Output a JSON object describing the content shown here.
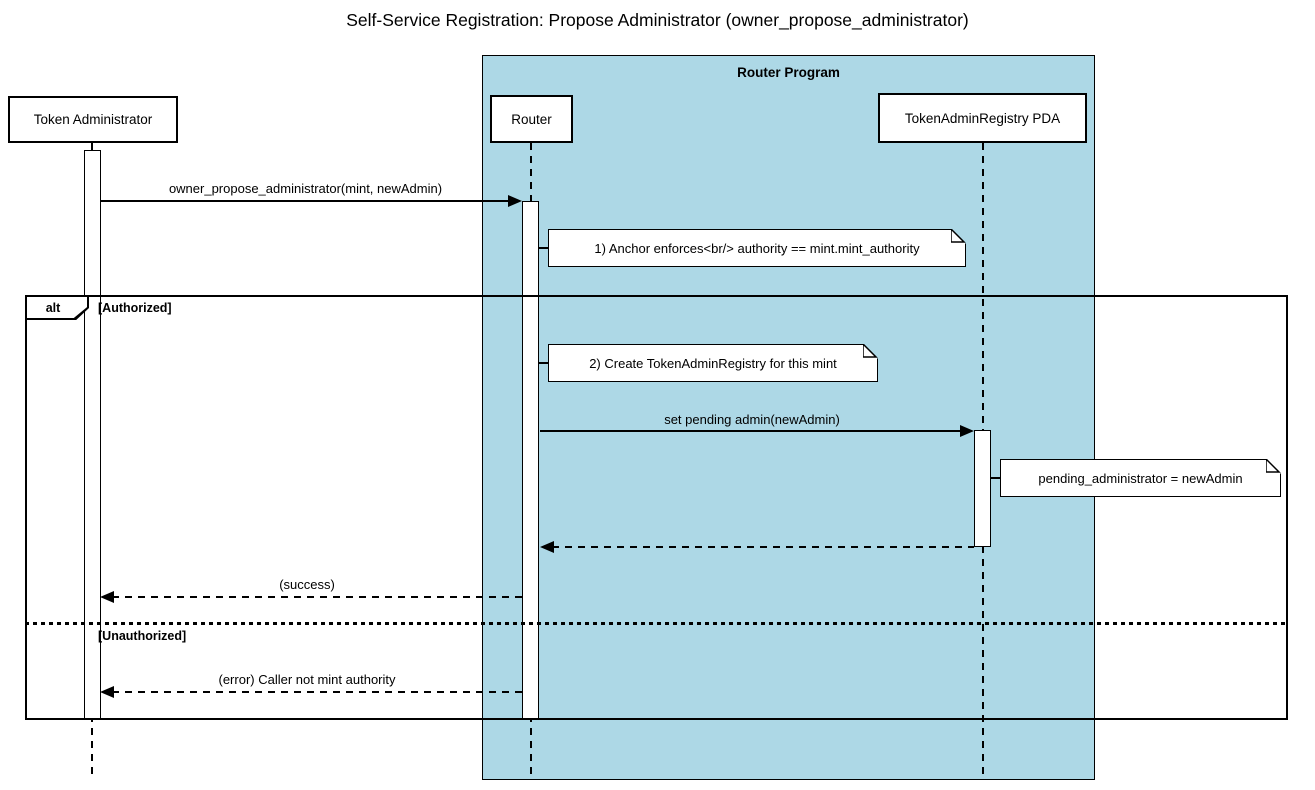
{
  "title": "Self-Service Registration: Propose Administrator (owner_propose_administrator)",
  "container": {
    "label": "Router Program"
  },
  "participants": {
    "token_admin": "Token Administrator",
    "router": "Router",
    "pda": "TokenAdminRegistry PDA"
  },
  "messages": {
    "propose": "owner_propose_administrator(mint, newAdmin)",
    "set_pending": "set pending admin(newAdmin)",
    "success": "(success)",
    "error": "(error) Caller not mint authority"
  },
  "notes": {
    "enforce": "1) Anchor enforces<br/> authority == mint.mint_authority",
    "create": "2) Create TokenAdminRegistry for this mint",
    "pending": "pending_administrator = newAdmin"
  },
  "alt": {
    "operator": "alt",
    "guard_authorized": "[Authorized]",
    "guard_unauthorized": "[Unauthorized]"
  },
  "colors": {
    "program_bg": "#add8e6",
    "line": "#000000",
    "note_bg": "#ffffff"
  }
}
